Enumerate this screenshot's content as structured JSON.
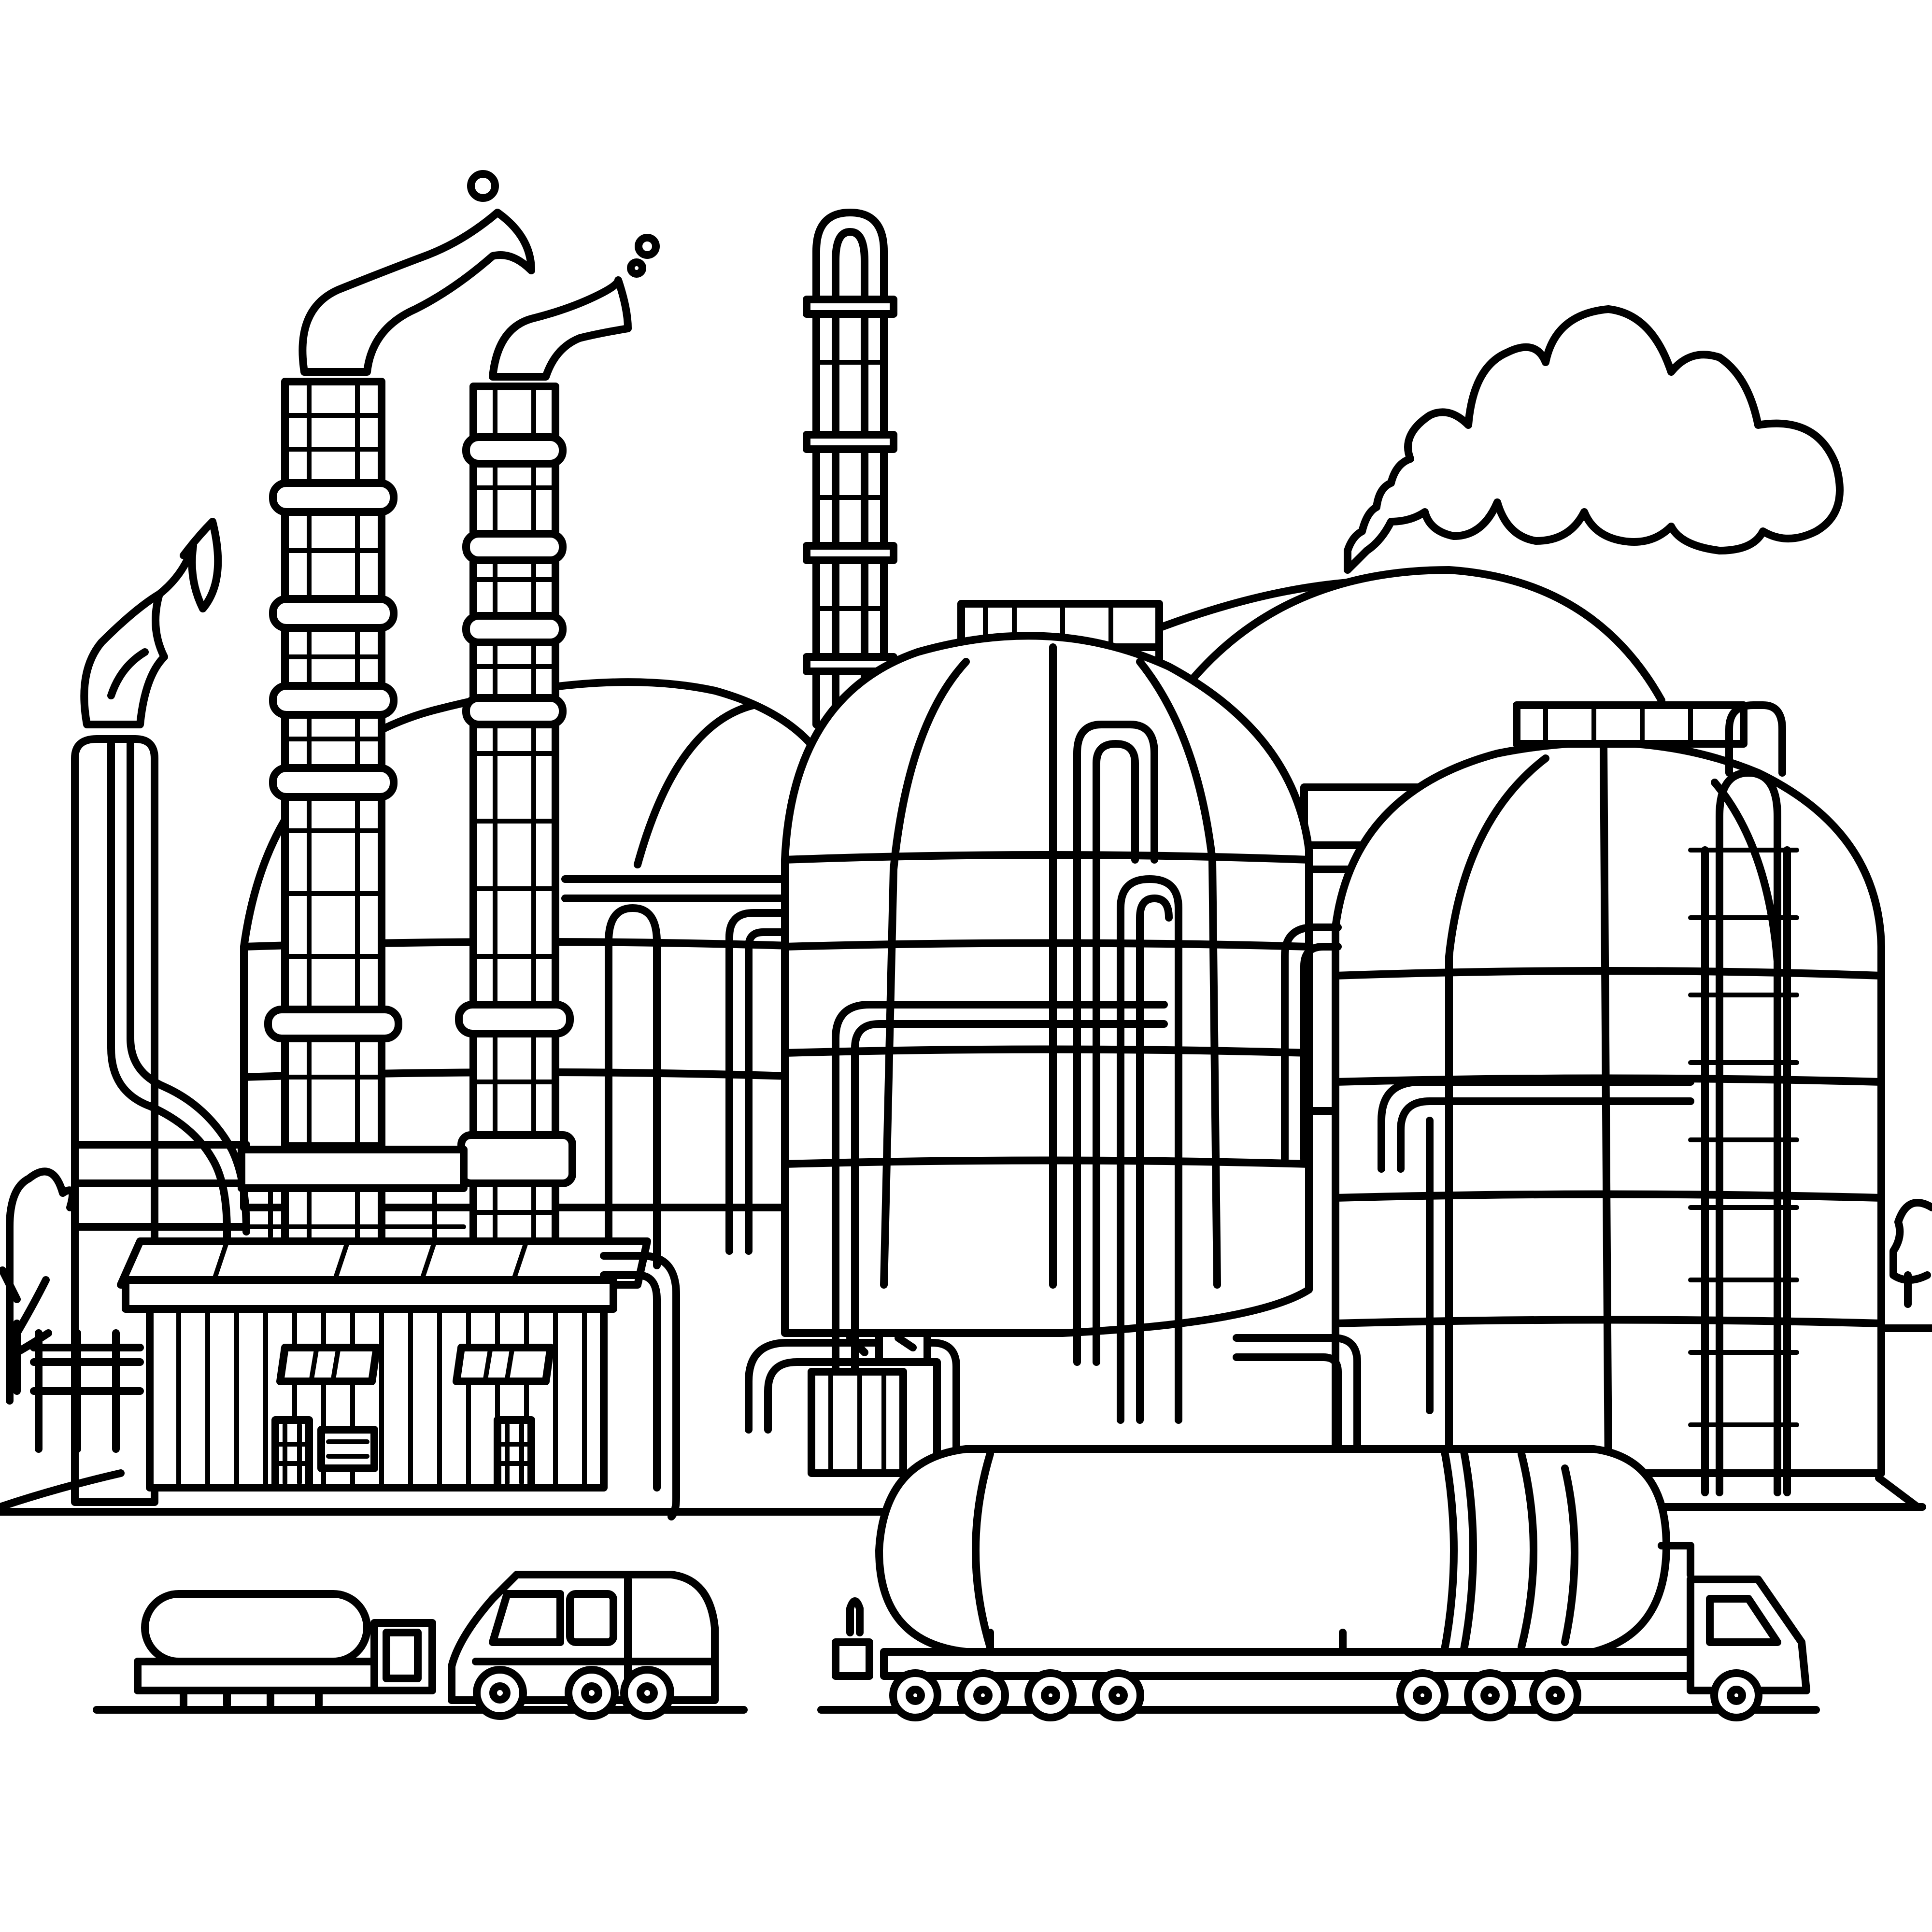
{
  "scene": {
    "title": "Industrial refinery coloring page",
    "style": "black line art on white",
    "colors": {
      "stroke": "#000000",
      "background": "#ffffff"
    },
    "components": {
      "cloud": "smoke cloud",
      "flare_stack": "flare stack with flame",
      "chimney_left": "tall banded chimney with smoke",
      "chimney_right": "banded chimney with smoke",
      "distillation_column": "distillation column with ladder",
      "dome_tanks": "spherical/dome storage tanks",
      "building": "factory building with windows and doors",
      "trees": "trees at left and right edges",
      "tanker_truck_small": "small tanker truck",
      "van": "van",
      "tanker_truck_large": "large tanker trailer truck",
      "ground": "ground lines"
    }
  }
}
